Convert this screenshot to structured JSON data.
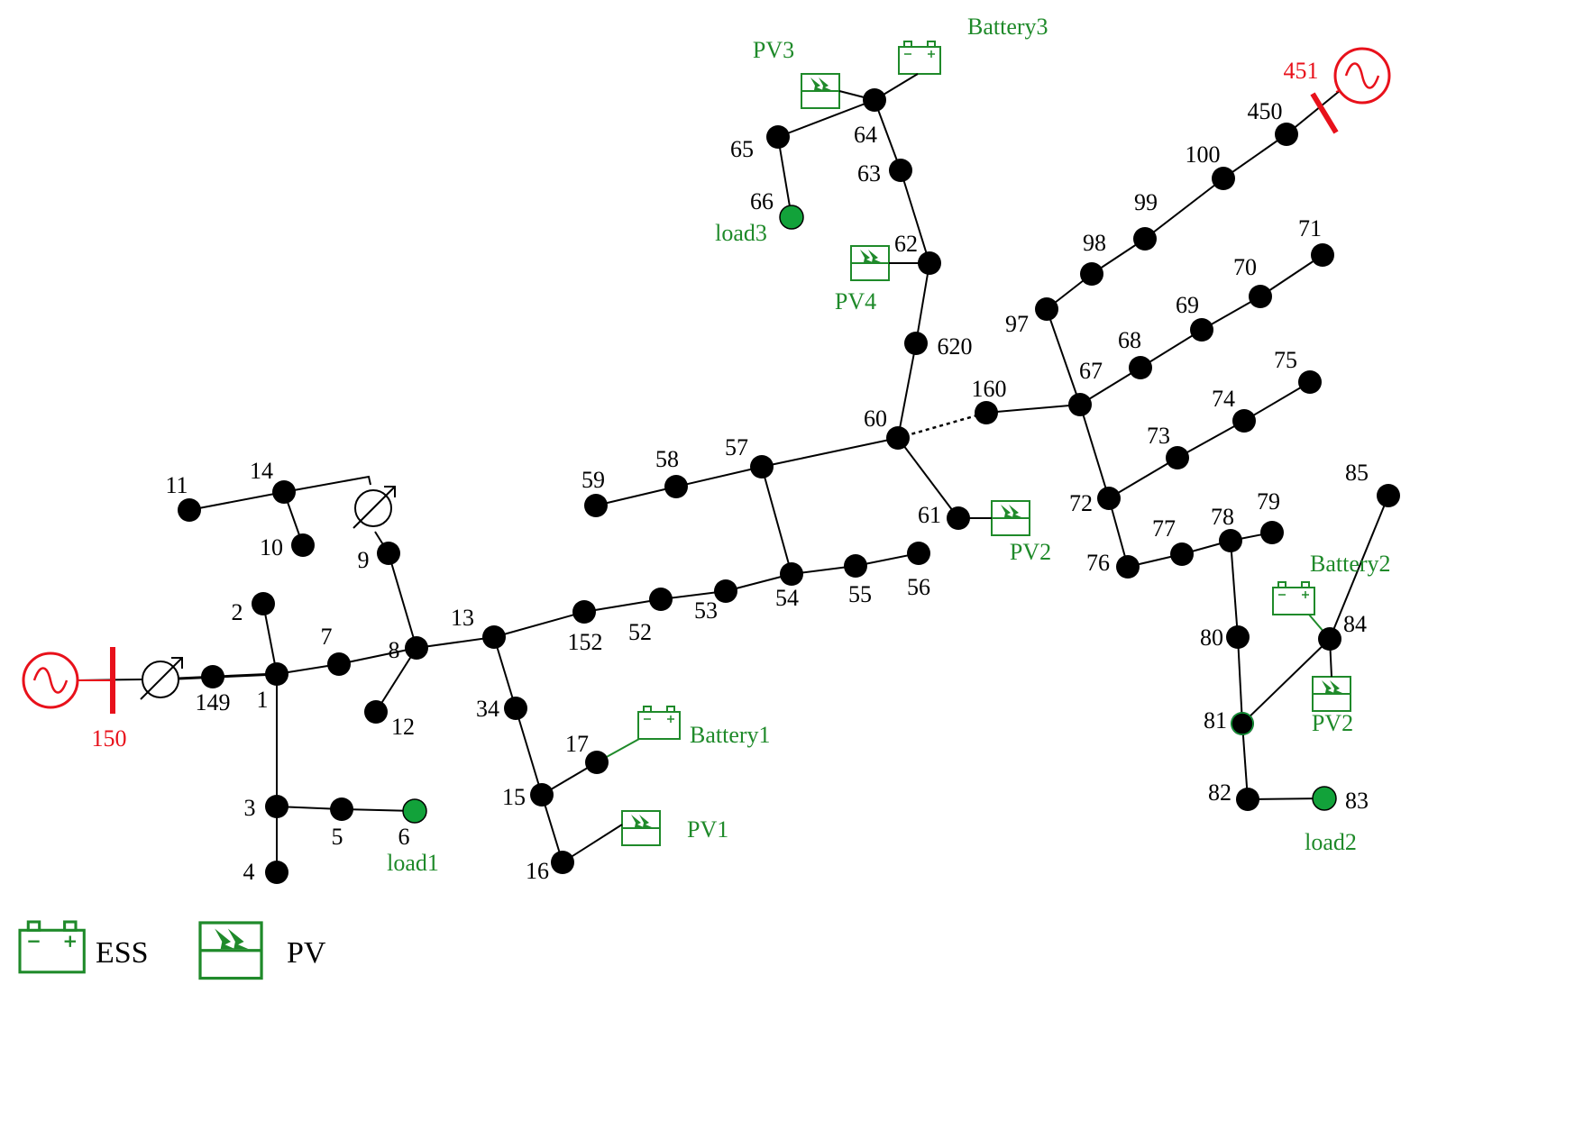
{
  "colors": {
    "line": "#000000",
    "node": "#000000",
    "load_node": "#12a23a",
    "source": "#e8111b",
    "der": "#1f8a2a"
  },
  "sources": [
    "150",
    "451"
  ],
  "nodes": [
    "1",
    "2",
    "3",
    "4",
    "5",
    "6",
    "7",
    "8",
    "9",
    "10",
    "11",
    "12",
    "13",
    "14",
    "15",
    "16",
    "17",
    "34",
    "52",
    "53",
    "54",
    "55",
    "56",
    "57",
    "58",
    "59",
    "60",
    "61",
    "62",
    "63",
    "64",
    "65",
    "66",
    "67",
    "68",
    "69",
    "70",
    "71",
    "72",
    "73",
    "74",
    "75",
    "76",
    "77",
    "78",
    "79",
    "80",
    "81",
    "82",
    "83",
    "84",
    "85",
    "97",
    "98",
    "99",
    "100",
    "149",
    "152",
    "160",
    "450",
    "620"
  ],
  "loads": [
    {
      "node": "6",
      "label": "load1"
    },
    {
      "node": "66",
      "label": "load3"
    },
    {
      "node": "83",
      "label": "load2"
    }
  ],
  "batteries": [
    {
      "node": "17",
      "label": "Battery1"
    },
    {
      "node": "84",
      "label": "Battery2"
    },
    {
      "node": "64",
      "label": "Battery3"
    }
  ],
  "pv": [
    {
      "node": "16",
      "label": "PV1"
    },
    {
      "node": "61",
      "label": "PV2"
    },
    {
      "node": "84",
      "label": "PV2"
    },
    {
      "node": "64",
      "label": "PV3"
    },
    {
      "node": "62",
      "label": "PV4"
    }
  ],
  "edges": [
    [
      "150",
      "149"
    ],
    [
      "149",
      "1"
    ],
    [
      "1",
      "2"
    ],
    [
      "1",
      "7"
    ],
    [
      "1",
      "3"
    ],
    [
      "3",
      "4"
    ],
    [
      "3",
      "5"
    ],
    [
      "5",
      "6"
    ],
    [
      "7",
      "8"
    ],
    [
      "8",
      "12"
    ],
    [
      "8",
      "9"
    ],
    [
      "9",
      "14"
    ],
    [
      "14",
      "11"
    ],
    [
      "14",
      "10"
    ],
    [
      "8",
      "13"
    ],
    [
      "13",
      "34"
    ],
    [
      "34",
      "15"
    ],
    [
      "15",
      "17"
    ],
    [
      "15",
      "16"
    ],
    [
      "13",
      "152"
    ],
    [
      "152",
      "52"
    ],
    [
      "52",
      "53"
    ],
    [
      "53",
      "54"
    ],
    [
      "54",
      "55"
    ],
    [
      "55",
      "56"
    ],
    [
      "54",
      "57"
    ],
    [
      "57",
      "58"
    ],
    [
      "58",
      "59"
    ],
    [
      "57",
      "60"
    ],
    [
      "60",
      "61"
    ],
    [
      "60",
      "620"
    ],
    [
      "620",
      "62"
    ],
    [
      "62",
      "63"
    ],
    [
      "63",
      "64"
    ],
    [
      "64",
      "65"
    ],
    [
      "65",
      "66"
    ],
    [
      "60",
      "160"
    ],
    [
      "160",
      "67"
    ],
    [
      "67",
      "97"
    ],
    [
      "97",
      "98"
    ],
    [
      "98",
      "99"
    ],
    [
      "99",
      "100"
    ],
    [
      "100",
      "450"
    ],
    [
      "450",
      "451"
    ],
    [
      "67",
      "68"
    ],
    [
      "68",
      "69"
    ],
    [
      "69",
      "70"
    ],
    [
      "70",
      "71"
    ],
    [
      "67",
      "72"
    ],
    [
      "72",
      "73"
    ],
    [
      "73",
      "74"
    ],
    [
      "74",
      "75"
    ],
    [
      "72",
      "76"
    ],
    [
      "76",
      "77"
    ],
    [
      "77",
      "78"
    ],
    [
      "78",
      "79"
    ],
    [
      "78",
      "80"
    ],
    [
      "80",
      "81"
    ],
    [
      "81",
      "82"
    ],
    [
      "82",
      "83"
    ],
    [
      "81",
      "84"
    ],
    [
      "84",
      "85"
    ]
  ],
  "open_switches": [
    [
      "60",
      "160"
    ]
  ],
  "regulators": [
    [
      "150",
      "149"
    ],
    [
      "9",
      "14"
    ]
  ],
  "legend": [
    {
      "icon": "battery-icon",
      "label": "ESS"
    },
    {
      "icon": "pv-icon",
      "label": "PV"
    }
  ]
}
